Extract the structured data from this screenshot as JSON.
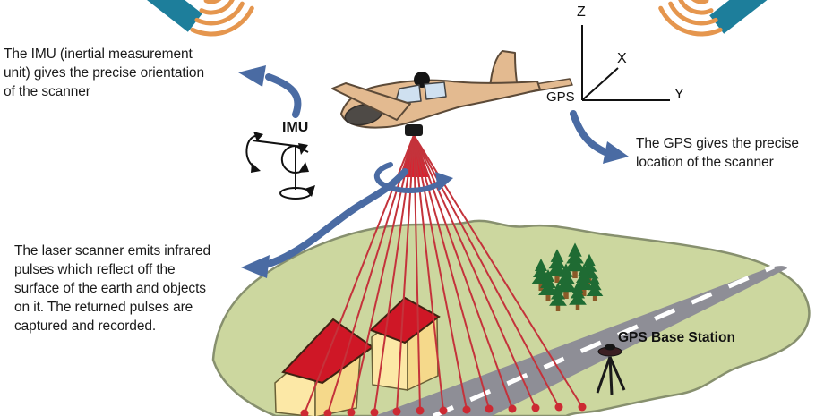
{
  "title": "Airborne LIDAR scanning diagram",
  "colors": {
    "background": "#ffffff",
    "arrow_blue": "#4a6ba3",
    "laser_red": "#c4333b",
    "laser_core_red": "#dd1f2e",
    "laser_dot_red": "#cc2a33",
    "ground_green": "#ccd79f",
    "ground_outline": "#87906e",
    "road_gray": "#8e8e96",
    "road_dash_white": "#ffffff",
    "roof_red": "#cf1726",
    "house_wall_front": "#fce8a6",
    "house_wall_side": "#f5d98b",
    "tree_green": "#1f6b33",
    "tree_trunk_brown": "#8a5a28",
    "satellite_teal": "#1d7e9b",
    "signal_orange": "#e5964e",
    "plane_body_tan": "#e3ba90",
    "plane_outline": "#5c4a38",
    "cockpit_blue": "#cfe0f0",
    "ink_black": "#111111"
  },
  "captions": {
    "imu": {
      "lines": [
        "The IMU (inertial measurement",
        "unit) gives the precise orientation",
        "of the scanner"
      ]
    },
    "laser": {
      "lines": [
        "The laser scanner emits infrared",
        "pulses which reflect off the",
        "surface of the earth and objects",
        "on it. The returned pulses are",
        "captured and recorded."
      ]
    },
    "gps": {
      "lines": [
        "The GPS gives the precise",
        "location of the scanner"
      ]
    }
  },
  "labels": {
    "imu": "IMU",
    "gps": "GPS",
    "axis_z": "Z",
    "axis_x": "X",
    "axis_y": "Y",
    "gps_base_station": "GPS Base Station"
  },
  "icons": {
    "satellite_left": "satellite-icon",
    "satellite_right": "satellite-icon",
    "signal_waves": "radio-waves-icon",
    "airplane": "airplane-icon",
    "imu_gimbal": "gimbal-axes-icon",
    "coordinate_axes": "xyz-axes-icon",
    "laser_fan": "laser-scan-fan-icon",
    "tripod": "surveyor-tripod-icon"
  }
}
